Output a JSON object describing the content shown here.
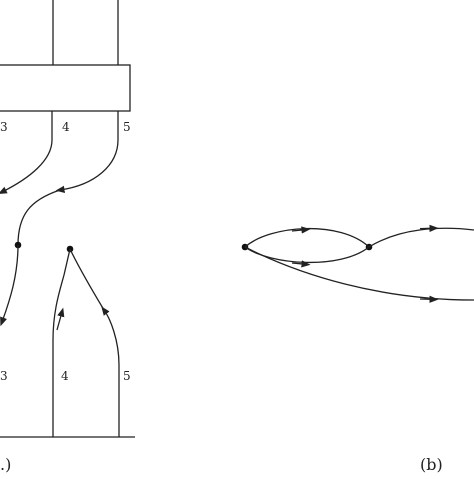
{
  "panel_a": {
    "caption": ".)",
    "top_labels": [
      "3",
      "4",
      "5"
    ],
    "bottom_labels": [
      "3",
      "4",
      "5"
    ]
  },
  "panel_b": {
    "caption": "(b)"
  },
  "colors": {
    "ink": "#222222",
    "background": "#ffffff"
  }
}
